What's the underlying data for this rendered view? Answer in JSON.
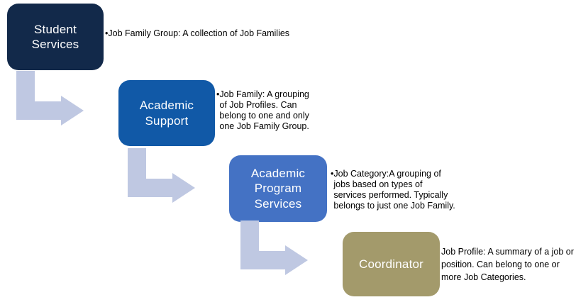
{
  "diagram": {
    "background_color": "#ffffff",
    "arrow_color": "#bfc8e2",
    "steps": [
      {
        "title": "Student\nServices",
        "box_color": "#12294a",
        "title_color": "#ffffff",
        "bullet": "•",
        "description": "Job Family Group: A collection of Job Families"
      },
      {
        "title": "Academic\nSupport",
        "box_color": "#1159a7",
        "title_color": "#ffffff",
        "bullet": "•",
        "description": "Job Family: A grouping\nof Job Profiles. Can\nbelong to one and only\none Job Family Group."
      },
      {
        "title": "Academic\nProgram\nServices",
        "box_color": "#4472c4",
        "title_color": "#ffffff",
        "bullet": "•",
        "description": "Job Category:A grouping of\njobs based on types of\nservices performed. Typically\nbelongs to just one Job Family."
      },
      {
        "title": "Coordinator",
        "box_color": "#a39a6b",
        "title_color": "#ffffff",
        "bullet": "",
        "description": "Job Profile: A summary of a job or\nposition. Can belong to one or\nmore Job Categories."
      }
    ]
  }
}
